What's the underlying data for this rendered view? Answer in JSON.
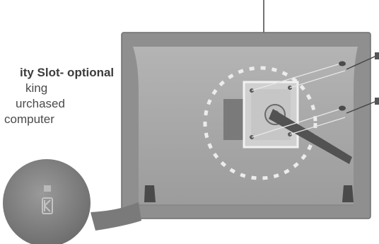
{
  "callout": {
    "title": "ity Slot- optional",
    "lines": [
      "king",
      "urchased",
      "computer"
    ]
  },
  "colors": {
    "panel_outer": "#8e8e8e",
    "panel_inner": "#a9a9a9",
    "plate": "#d2d2d2",
    "dots": "#e9e9e9",
    "arm": "#555555",
    "lock_circle": "#7f7f7f",
    "leader_line": "#444444"
  },
  "icons": [
    "kensington-lock-icon"
  ]
}
